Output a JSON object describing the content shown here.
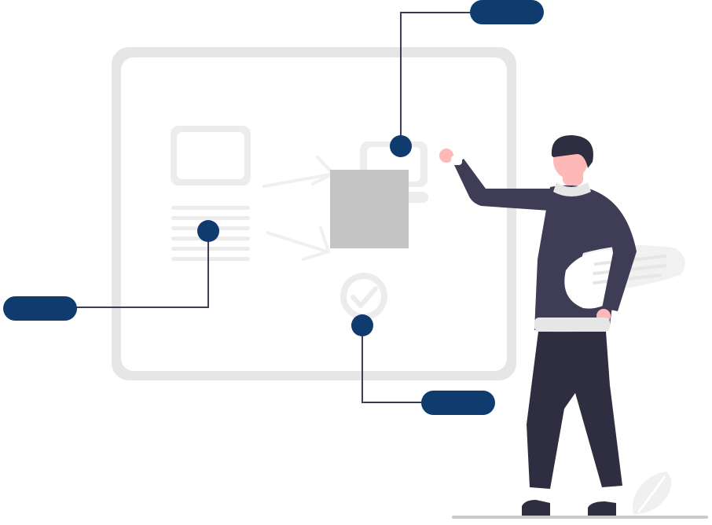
{
  "colors": {
    "background": "#ffffff",
    "board": "#e6e6e6",
    "board_inner": "#ffffff",
    "ghost": "#f2f2f2",
    "selected_block": "#c4c4c4",
    "accent": "#0f3b6e",
    "connector": "#3f3d56",
    "shirt": "#3f3d56",
    "pants": "#2f2e41",
    "hair": "#2f2e41",
    "skin": "#ffb8b8",
    "collar": "#e6e6e6",
    "ground": "#cacaca"
  },
  "icons": {
    "image_placeholder": "image-frame-icon",
    "text_lines": "text-lines-icon",
    "checkmark": "check-circle-icon",
    "arrows": "arrow-icon",
    "laptop": "laptop-icon"
  },
  "callouts": [
    {
      "name": "callout-top",
      "label": ""
    },
    {
      "name": "callout-left",
      "label": ""
    },
    {
      "name": "callout-bottom",
      "label": ""
    }
  ]
}
